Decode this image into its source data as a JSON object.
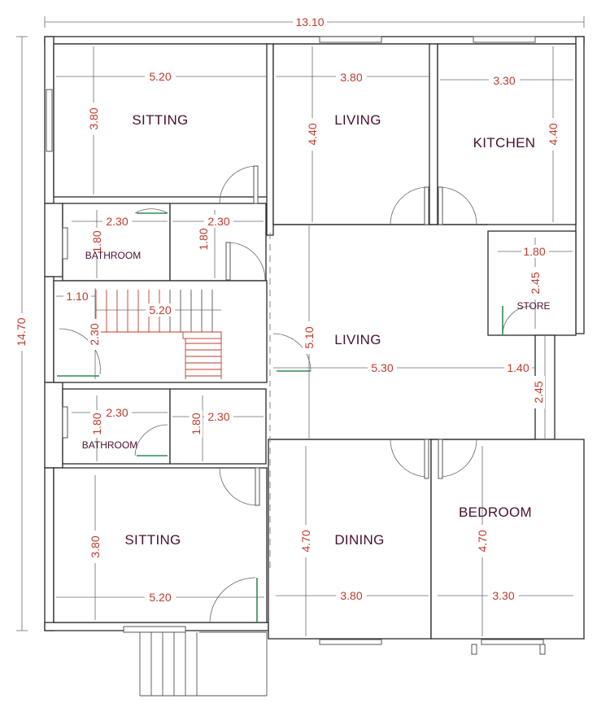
{
  "plan": {
    "overall_width": "13.10",
    "overall_height": "14.70",
    "rooms": {
      "sitting_top": "SITTING",
      "living_top": "LIVING",
      "kitchen": "KITCHEN",
      "bathroom_top": "BATHROOM",
      "store": "STORE",
      "living_center": "LIVING",
      "bathroom_bottom": "BATHROOM",
      "sitting_bottom": "SITTING",
      "dining": "DINING",
      "bedroom": "BEDROOM"
    },
    "dims": {
      "sitting_top_w": "5.20",
      "sitting_top_h": "3.80",
      "living_top_w": "3.80",
      "living_top_h": "4.40",
      "kitchen_w": "3.30",
      "kitchen_h": "4.40",
      "bath_top_w": "2.30",
      "bath_top_h": "1.80",
      "lobby_top_w": "2.30",
      "lobby_top_h": "1.80",
      "store_w": "1.80",
      "store_h": "2.45",
      "stair_small": "1.10",
      "stair_w": "5.20",
      "stair_h": "2.30",
      "living_center_h": "5.10",
      "living_center_w": "5.30",
      "passage_w": "1.40",
      "passage_h": "2.45",
      "bath_bottom_w": "2.30",
      "bath_bottom_h": "1.80",
      "lobby_bottom_w": "2.30",
      "lobby_bottom_h": "1.80",
      "sitting_bottom_h": "3.80",
      "sitting_bottom_w": "5.20",
      "dining_h": "4.70",
      "dining_w": "3.80",
      "bedroom_h": "4.70",
      "bedroom_w": "3.30"
    }
  }
}
